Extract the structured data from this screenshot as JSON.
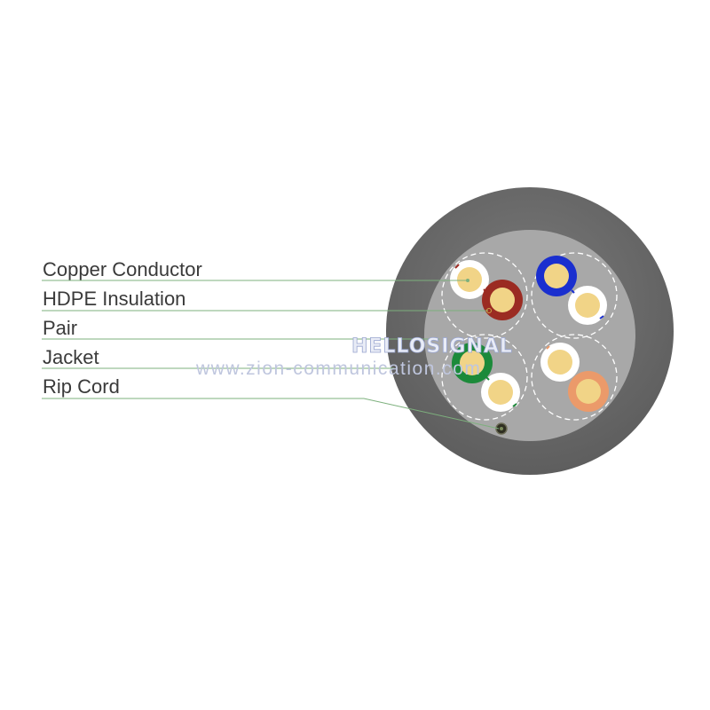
{
  "labels": {
    "copper_conductor": "Copper Conductor",
    "hdpe_insulation": "HDPE Insulation",
    "pair": "Pair",
    "jacket": "Jacket",
    "rip_cord": "Rip Cord"
  },
  "watermark": {
    "brand": "HELLOSIGNAL",
    "url": "www.zion-communication.com"
  },
  "colors": {
    "jacket": "#6b6b6b",
    "core_fill": "#a9a9a9",
    "conductor": "#f1d487",
    "insulation_white": "#ffffff",
    "insulation_brown": "#9b2b22",
    "insulation_blue": "#1a2fcf",
    "insulation_green": "#1c8a3a",
    "insulation_orange": "#eb9a6a",
    "leader_line": "#7db07d",
    "rip_cord": "#3b3b2b"
  }
}
